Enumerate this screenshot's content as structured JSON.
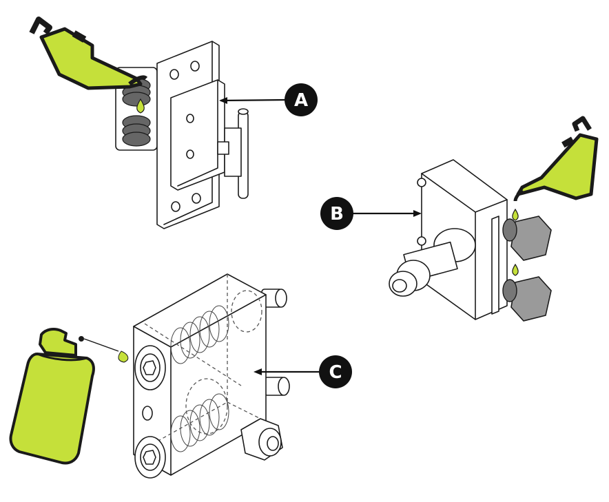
{
  "colors": {
    "lubricant": "#c5e03a",
    "outline": "#1a1a1a",
    "label_bg": "#111111",
    "label_text": "#ffffff",
    "hardware_grey": "#9a9a9a"
  },
  "icons": [
    "oil-can-icon",
    "oil-can-icon",
    "grease-bottle-icon",
    "oil-drop-icon"
  ],
  "labels": {
    "a": "A",
    "b": "B",
    "c": "C"
  }
}
